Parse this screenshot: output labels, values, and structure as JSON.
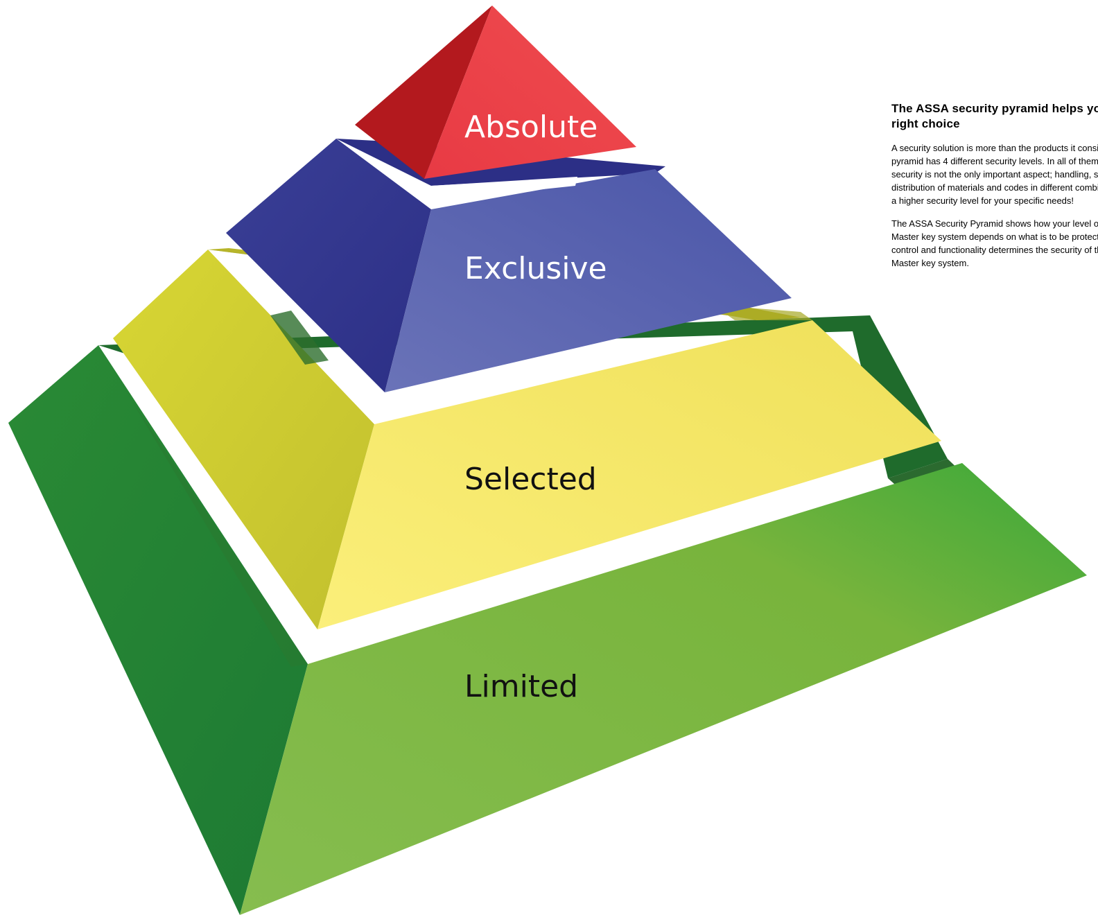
{
  "pyramid": {
    "levels": [
      {
        "label": "Absolute",
        "color": "#e8323a",
        "text_color": "#ffffff"
      },
      {
        "label": "Exclusive",
        "color": "#3f479c",
        "text_color": "#ffffff"
      },
      {
        "label": "Selected",
        "color": "#f2e45c",
        "text_color": "#111111"
      },
      {
        "label": "Limited",
        "color": "#7ab648",
        "text_color": "#111111"
      }
    ]
  },
  "sidebar": {
    "title": "The ASSA security pyramid helps you make the right choice",
    "paragraph_1": "A security solution is more than the products it consists of. Our security pyramid has 4 different security levels. In all of them, the physical security is not the only important aspect; handling, storage and distribution of materials and codes in different combinations can provide a higher security level for your specific needs!",
    "paragraph_2": "The ASSA Security Pyramid shows how your level of key control in a Master key system depends on what is to be protected. The level of key control and functionality determines the security of the lock unit and Master key system."
  }
}
